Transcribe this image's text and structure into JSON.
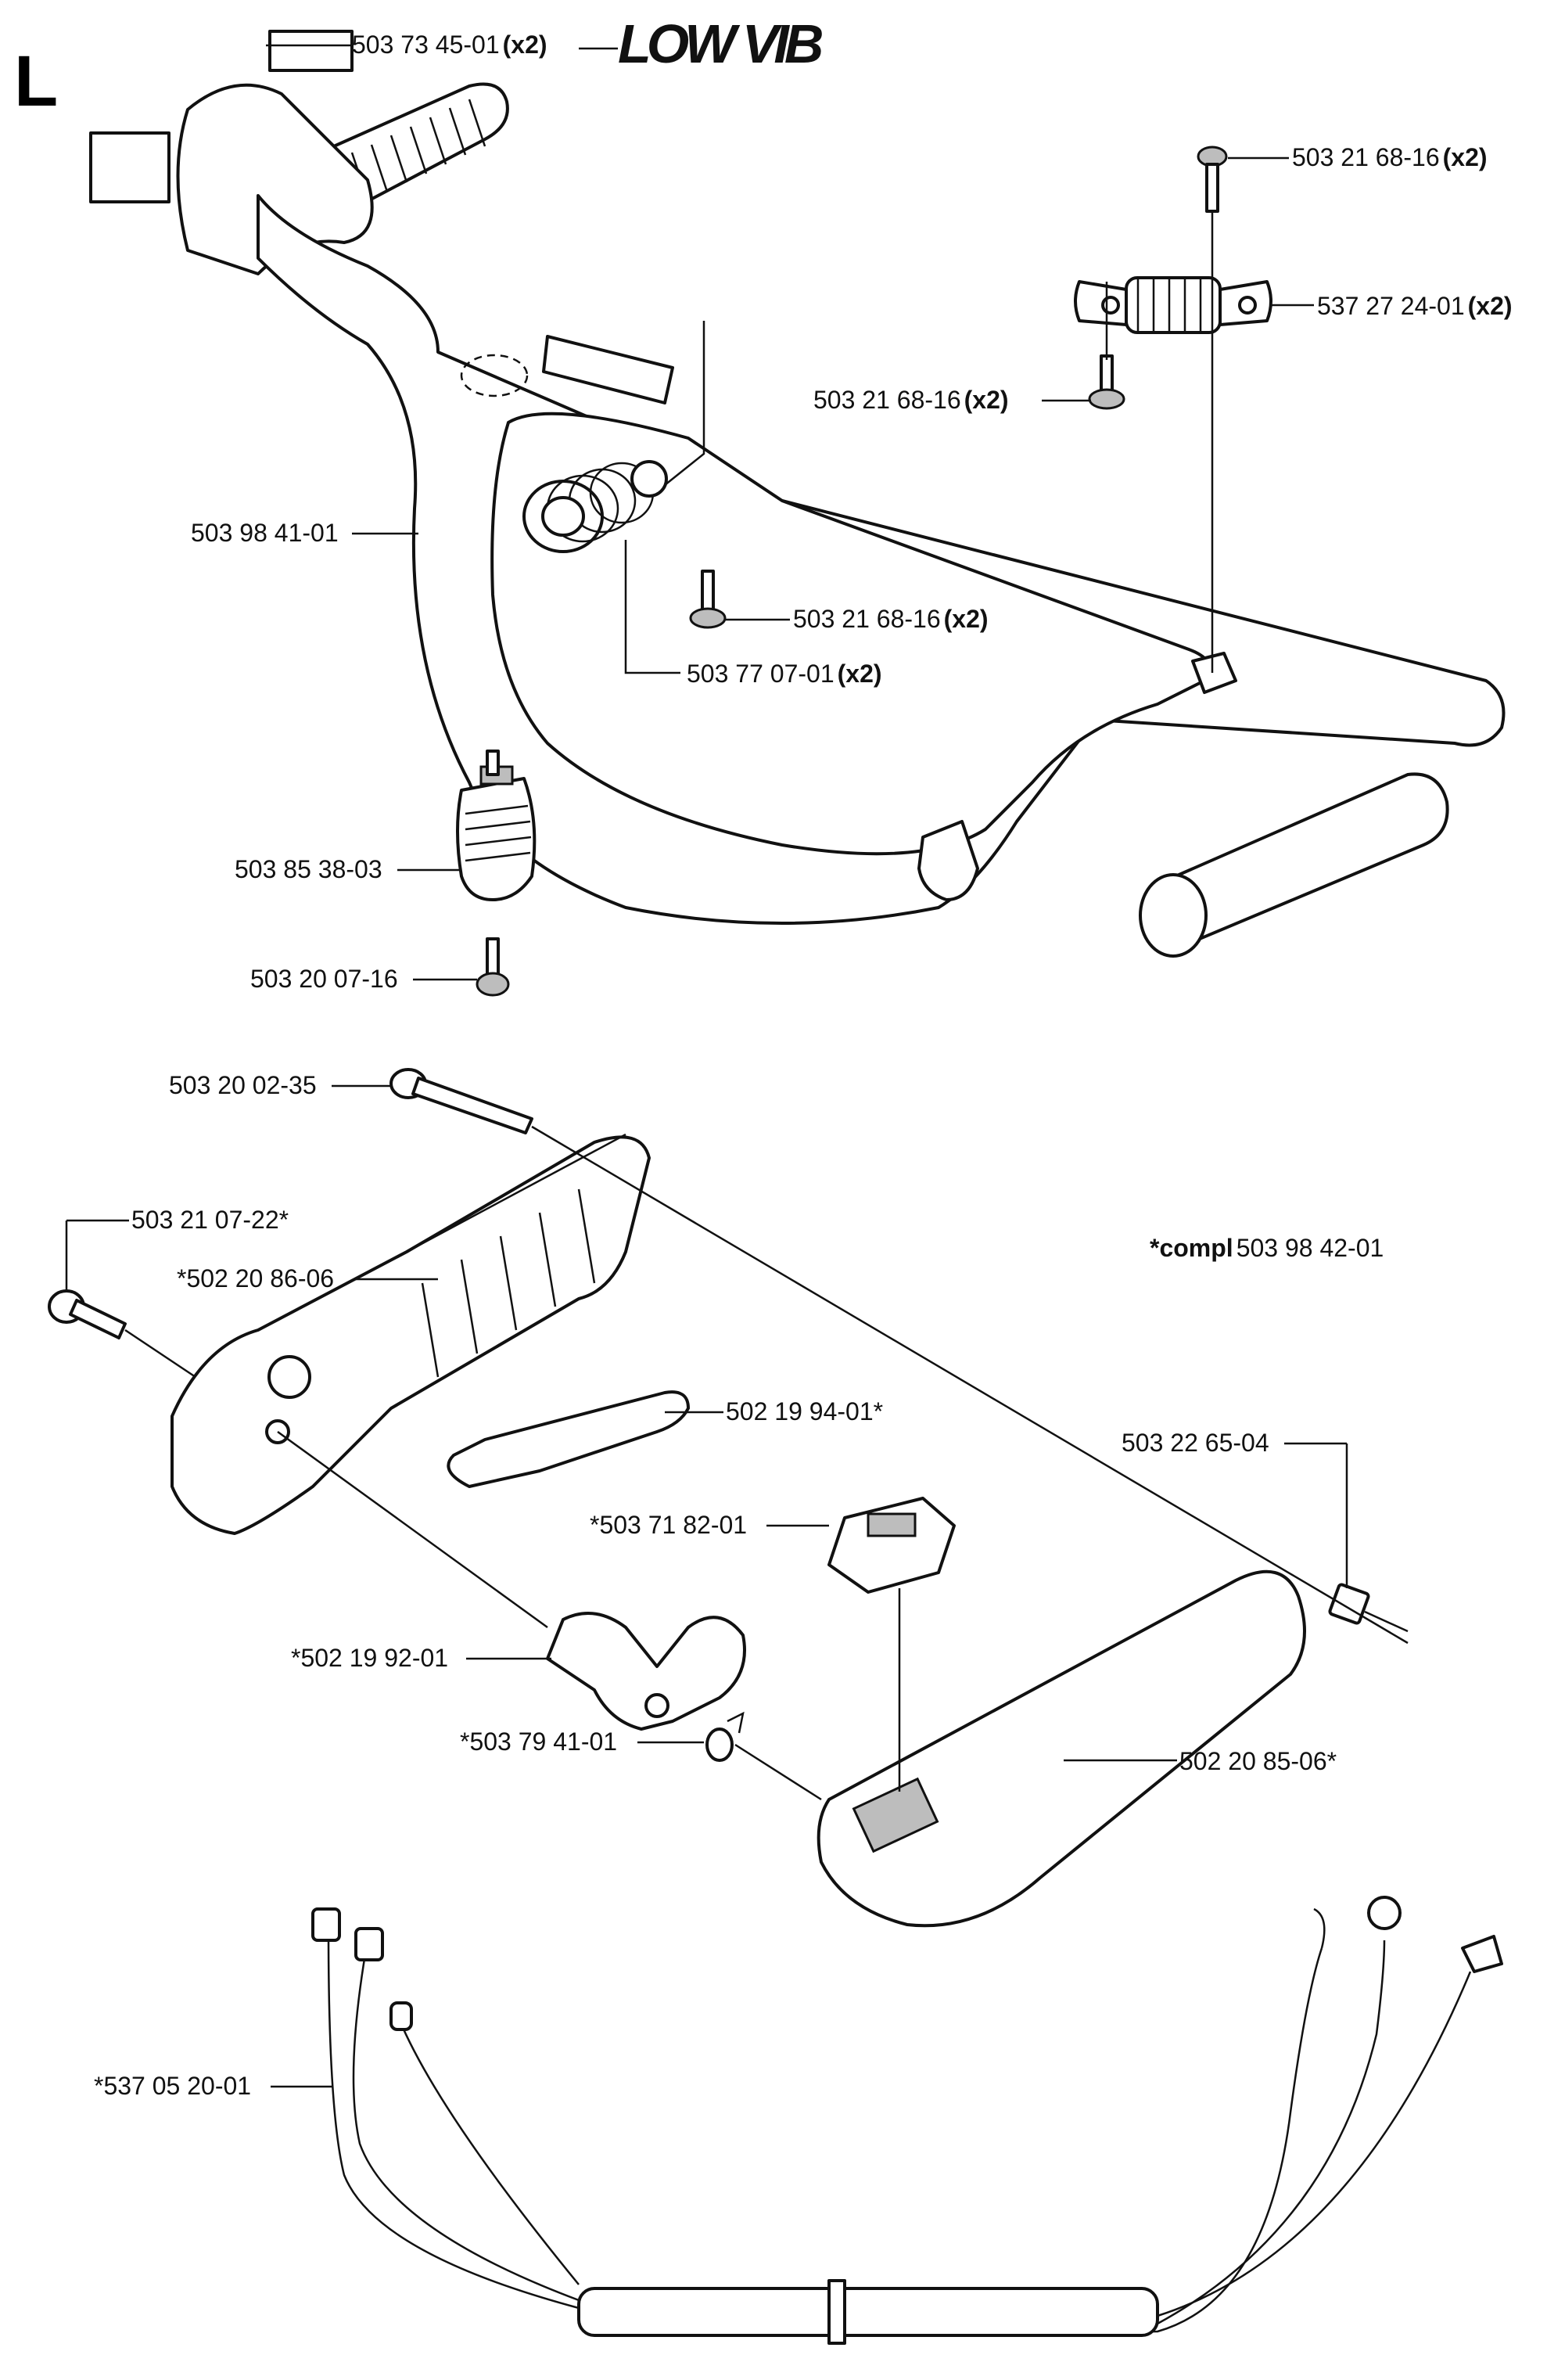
{
  "section_letter": "L",
  "logo_text": "LOW VIB",
  "note": {
    "prefix": "*compl",
    "part": "503 98 42-01"
  },
  "labels": [
    {
      "id": "decal",
      "part": "503 73 45-01",
      "qty": "(x2)"
    },
    {
      "id": "screw-top",
      "part": "503 21 68-16",
      "qty": "(x2)"
    },
    {
      "id": "damper-right",
      "part": "537 27 24-01",
      "qty": "(x2)"
    },
    {
      "id": "screw-mid",
      "part": "503 21 68-16",
      "qty": "(x2)"
    },
    {
      "id": "handlebar",
      "part": "503 98 41-01",
      "qty": ""
    },
    {
      "id": "screw-low",
      "part": "503 21 68-16",
      "qty": "(x2)"
    },
    {
      "id": "spring",
      "part": "503 77 07-01",
      "qty": "(x2)"
    },
    {
      "id": "damper-left",
      "part": "503 85 38-03",
      "qty": ""
    },
    {
      "id": "screw-bottom",
      "part": "503 20 07-16",
      "qty": ""
    },
    {
      "id": "bolt-long",
      "part": "503 20 02-35",
      "qty": ""
    },
    {
      "id": "bolt-short",
      "part": "503 21 07-22*",
      "qty": ""
    },
    {
      "id": "handle-half-left",
      "part": "*502 20 86-06",
      "qty": ""
    },
    {
      "id": "throttle-lock",
      "part": "502 19 94-01*",
      "qty": ""
    },
    {
      "id": "nut",
      "part": "503 22 65-04",
      "qty": ""
    },
    {
      "id": "switch",
      "part": "*503 71 82-01",
      "qty": ""
    },
    {
      "id": "trigger",
      "part": "*502 19 92-01",
      "qty": ""
    },
    {
      "id": "trigger-spring",
      "part": "*503 79 41-01",
      "qty": ""
    },
    {
      "id": "handle-half-right",
      "part": "502 20 85-06*",
      "qty": ""
    },
    {
      "id": "wire-harness",
      "part": "*537 05 20-01",
      "qty": ""
    }
  ]
}
